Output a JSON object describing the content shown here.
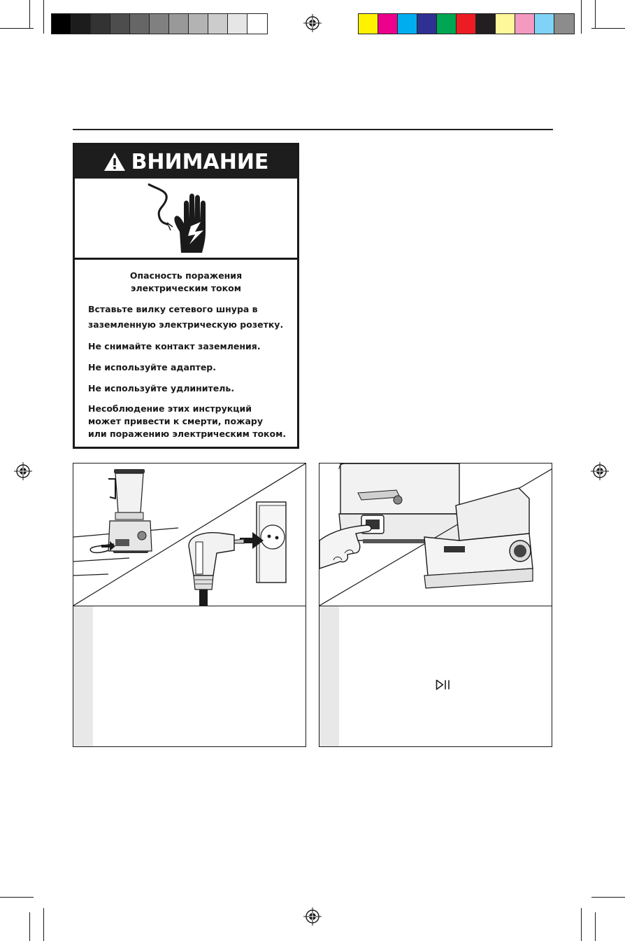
{
  "warning": {
    "heading": "ВНИМАНИЕ",
    "title_line1": "Опасность поражения",
    "title_line2": "электрическим током",
    "instruction_line1": "Вставьте вилку сетевого шнура в",
    "instruction_line2": "заземленную электрическую розетку.",
    "item_ground": "Не снимайте контакт заземления.",
    "item_adapter": "Не используйте адаптер.",
    "item_extension": "Не используйте удлинитель.",
    "consequence_line1": "Несоблюдение этих инструкций",
    "consequence_line2": "может привести к смерти, пожару",
    "consequence_line3": "или поражению электрическим током."
  },
  "panel_right": {
    "play_pause_icon": "play-pause-icon"
  },
  "color_bars": {
    "grayscale": [
      "#000000",
      "#1c1c1c",
      "#333333",
      "#4d4d4d",
      "#666666",
      "#808080",
      "#999999",
      "#b3b3b3",
      "#cccccc",
      "#e6e6e6",
      "#ffffff"
    ],
    "process": [
      "#fff200",
      "#ec008c",
      "#00aeef",
      "#2e3192",
      "#00a651",
      "#ed1c24",
      "#231f20",
      "#fff799",
      "#f49ac1",
      "#7fd3f7",
      "#8c8c8c"
    ]
  }
}
